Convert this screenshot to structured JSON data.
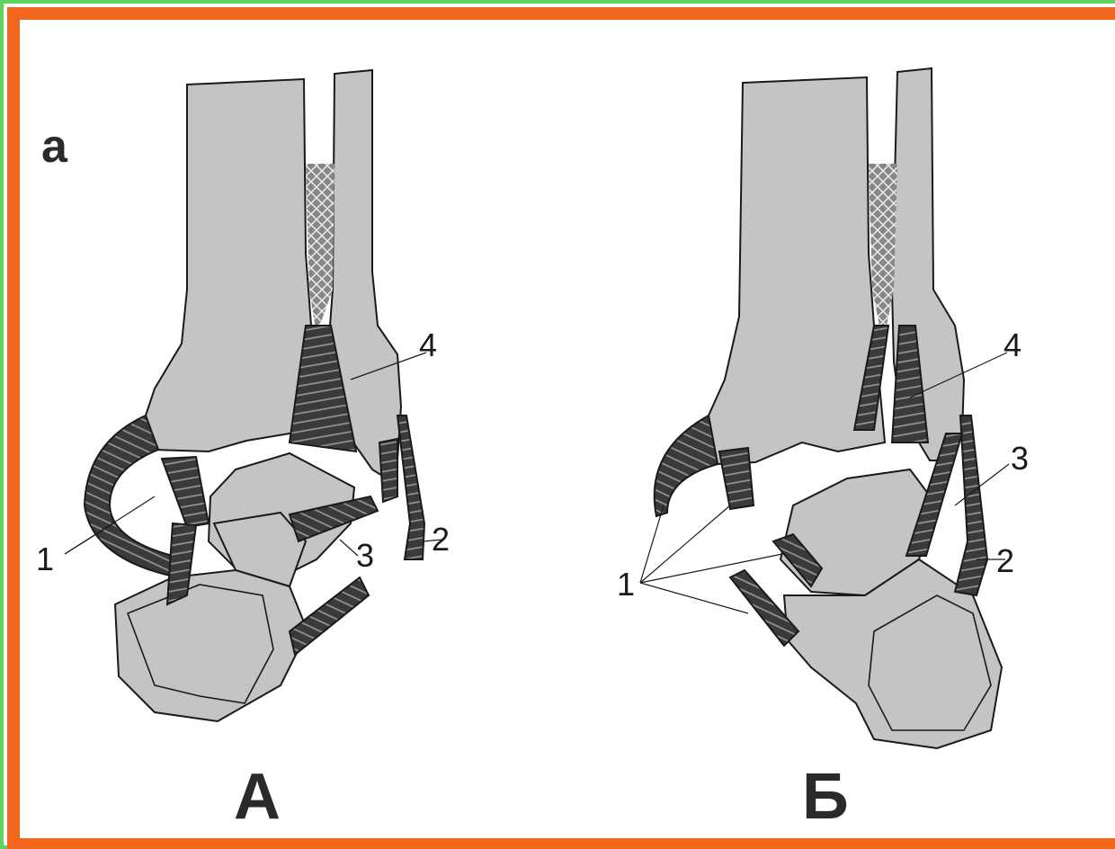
{
  "figure": {
    "panel_letter": "а",
    "colors": {
      "bone": "#c4c4c4",
      "ligament": "#3a3a3a",
      "outline": "#1a1a1a",
      "frame_green": "#5fd35a",
      "frame_orange": "#f2661c"
    },
    "left": {
      "caption": "А",
      "labels": [
        "1",
        "2",
        "3",
        "4"
      ]
    },
    "right": {
      "caption": "Б",
      "labels": [
        "1",
        "2",
        "3",
        "4"
      ]
    }
  }
}
